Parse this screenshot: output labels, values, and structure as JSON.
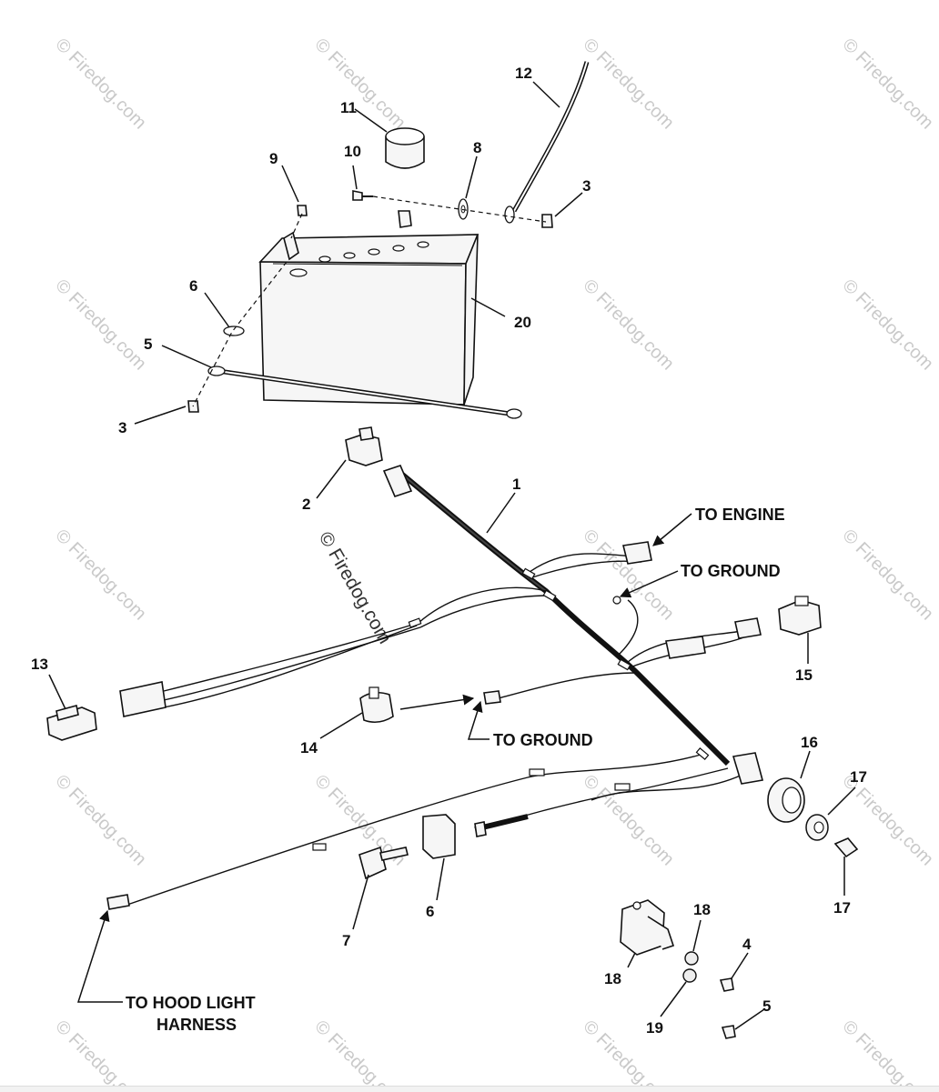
{
  "watermark": "© Firedog.com",
  "callouts": [
    "1",
    "2",
    "3",
    "3",
    "4",
    "5",
    "5",
    "6",
    "6",
    "7",
    "8",
    "9",
    "10",
    "11",
    "12",
    "13",
    "14",
    "15",
    "16",
    "17",
    "17",
    "18",
    "18",
    "19",
    "20"
  ],
  "notes": {
    "to_engine": "TO ENGINE",
    "to_ground_top": "TO GROUND",
    "to_ground_mid": "TO GROUND",
    "to_hood_line1": "TO HOOD LIGHT",
    "to_hood_line2": "HARNESS"
  }
}
